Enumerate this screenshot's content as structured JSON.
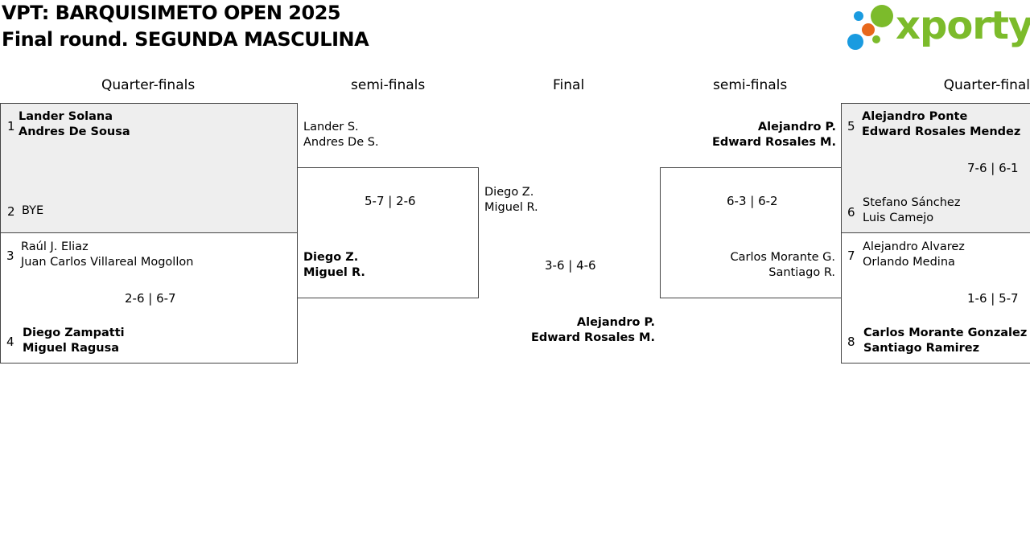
{
  "header": {
    "line1": "VPT: BARQUISIMETO OPEN 2025",
    "line2": "Final round. SEGUNDA MASCULINA"
  },
  "logo": {
    "text": "xporty",
    "colors": {
      "green": "#7cbb2b",
      "blue": "#1a9be0",
      "orange": "#e8681c"
    }
  },
  "columns": {
    "qf_left": "Quarter-finals",
    "sf_left": "semi-finals",
    "final": "Final",
    "sf_right": "semi-finals",
    "qf_right": "Quarter-final"
  },
  "qf_left": {
    "m1": {
      "seed_a": "1",
      "a1": "Lander Solana",
      "a2": "Andres De Sousa",
      "seed_b": "2",
      "b1": "BYE"
    },
    "m2": {
      "seed_a": "3",
      "a1": "Raúl J. Eliaz",
      "a2": "Juan Carlos Villareal Mogollon",
      "score": "2-6 | 6-7",
      "seed_b": "4",
      "b1": "Diego Zampatti",
      "b2": "Miguel Ragusa"
    }
  },
  "sf_left": {
    "a1": "Lander S.",
    "a2": "Andres De S.",
    "score": "5-7 | 2-6",
    "b1": "Diego Z.",
    "b2": "Miguel R."
  },
  "final": {
    "a1": "Diego Z.",
    "a2": "Miguel R.",
    "score": "3-6 | 4-6",
    "b1": "Alejandro P.",
    "b2": "Edward Rosales M."
  },
  "sf_right": {
    "a1": "Alejandro P.",
    "a2": "Edward Rosales M.",
    "score": "6-3 | 6-2",
    "b1": "Carlos Morante G.",
    "b2": "Santiago R."
  },
  "qf_right": {
    "m1": {
      "seed_a": "5",
      "a1": "Alejandro Ponte",
      "a2": "Edward Rosales Mendez",
      "score": "7-6 | 6-1",
      "seed_b": "6",
      "b1": "Stefano Sánchez",
      "b2": "Luis Camejo"
    },
    "m2": {
      "seed_a": "7",
      "a1": "Alejandro Alvarez",
      "a2": "Orlando Medina",
      "score": "1-6 | 5-7",
      "seed_b": "8",
      "b1": "Carlos Morante Gonzalez",
      "b2": "Santiago Ramirez"
    }
  }
}
